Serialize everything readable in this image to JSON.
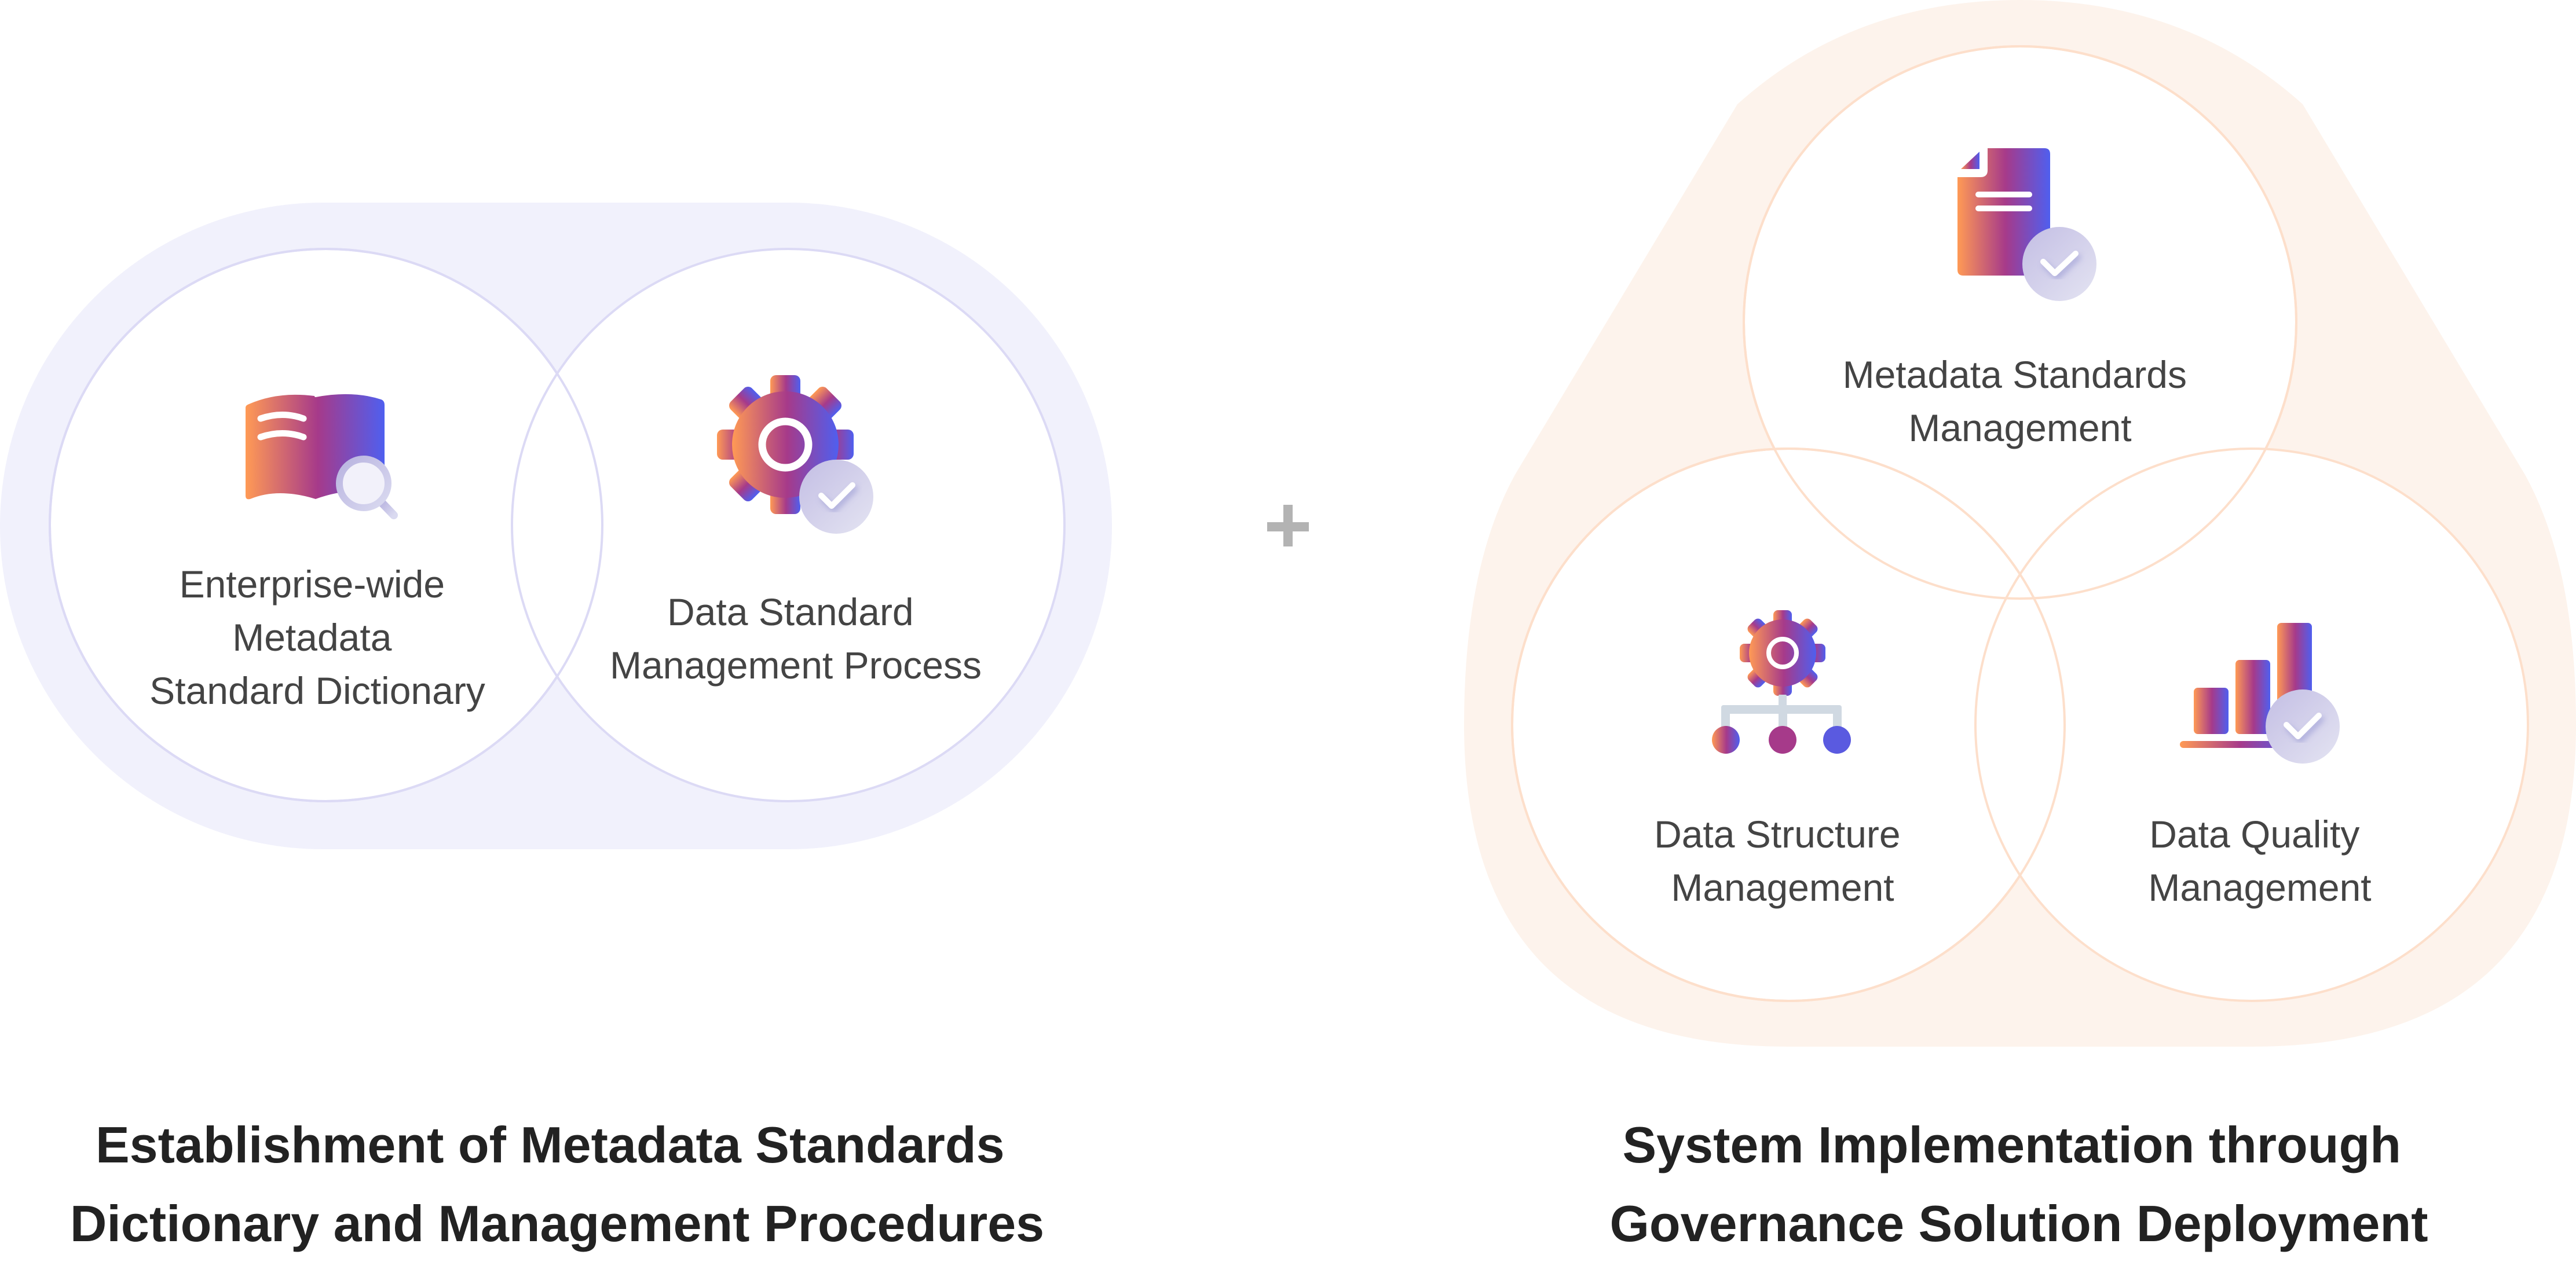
{
  "colors": {
    "left_group_bg": "#F1F1FC",
    "left_circle_border": "#DCDAF5",
    "right_group_bg": "#FDF3EC",
    "right_circle_border": "#FDDFCB",
    "gradient_start": "#FF9A55",
    "gradient_mid": "#A63A8A",
    "gradient_end": "#4F5FEF",
    "plus_color": "#B3B3B3",
    "label_text": "#444444",
    "heading_text": "#222222"
  },
  "left_group": {
    "heading": [
      "Establishment of Metadata Standards",
      "Dictionary and Management Procedures"
    ],
    "items": [
      {
        "icon": "book-search-icon",
        "label": [
          "Enterprise-wide",
          "Metadata",
          "Standard Dictionary"
        ]
      },
      {
        "icon": "gear-check-icon",
        "label": [
          "Data Standard",
          "Management Process"
        ]
      }
    ]
  },
  "connector": {
    "icon": "plus-icon"
  },
  "right_group": {
    "heading": [
      "System Implementation through",
      "Governance Solution Deployment"
    ],
    "items": [
      {
        "icon": "document-check-icon",
        "label": [
          "Metadata Standards",
          "Management"
        ]
      },
      {
        "icon": "gear-hierarchy-icon",
        "label": [
          "Data Structure",
          "Management"
        ]
      },
      {
        "icon": "bar-chart-check-icon",
        "label": [
          "Data Quality",
          "Management"
        ]
      }
    ]
  }
}
